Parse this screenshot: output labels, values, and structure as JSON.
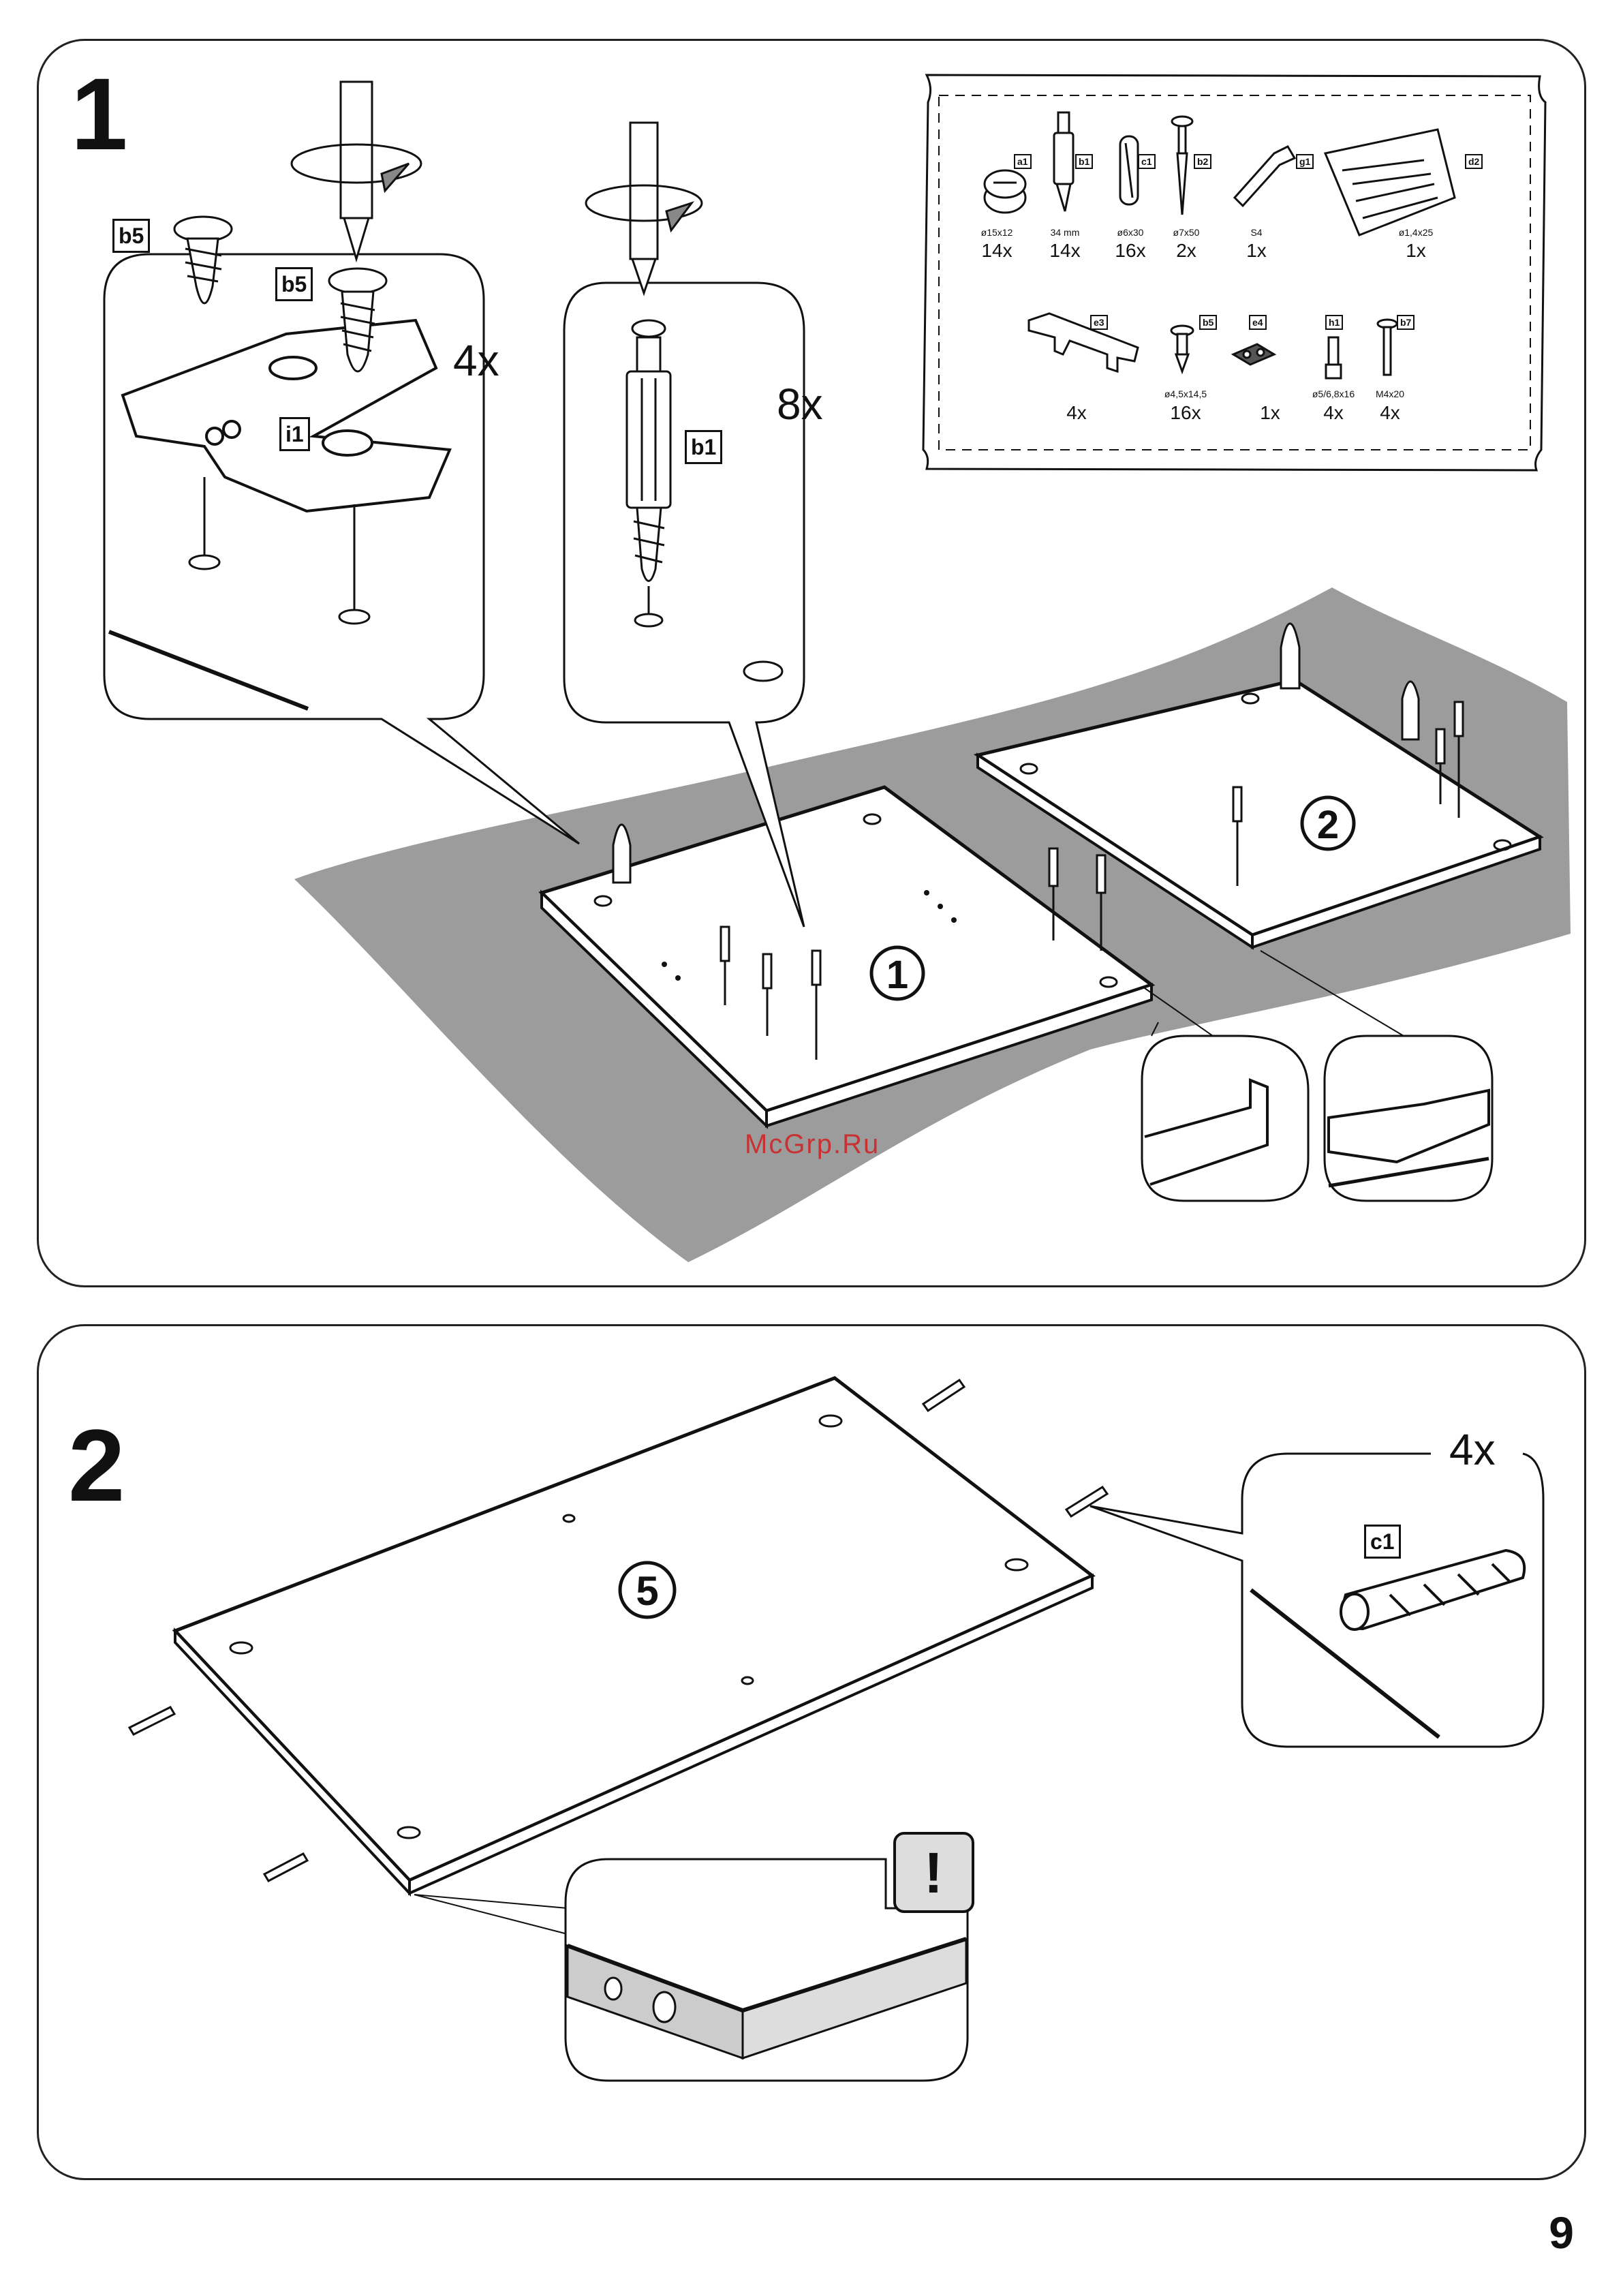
{
  "page": {
    "number": "9",
    "watermark": "McGrp.Ru"
  },
  "step1": {
    "number": "1",
    "detail_left": {
      "labels": [
        "b5",
        "b5",
        "i1"
      ],
      "quantity": "4x"
    },
    "detail_center": {
      "label": "b1",
      "quantity": "8x"
    },
    "panel_labels": [
      "1",
      "2"
    ],
    "parts": [
      {
        "id": "a1",
        "spec": "ø15x12",
        "qty": "14x",
        "icon": "cam-lock-icon"
      },
      {
        "id": "b1",
        "spec": "34 mm",
        "qty": "14x",
        "icon": "connecting-bolt-icon"
      },
      {
        "id": "c1",
        "spec": "ø6x30",
        "qty": "16x",
        "icon": "wood-dowel-icon"
      },
      {
        "id": "b2",
        "spec": "ø7x50",
        "qty": "2x",
        "icon": "long-screw-icon"
      },
      {
        "id": "g1",
        "spec": "S4",
        "qty": "1x",
        "icon": "allen-key-icon"
      },
      {
        "id": "d2",
        "spec": "ø1,4x25",
        "qty": "1x",
        "icon": "nail-bag-icon"
      },
      {
        "id": "e3",
        "spec": "",
        "qty": "4x",
        "icon": "handle-icon"
      },
      {
        "id": "b5",
        "spec": "ø4,5x14,5",
        "qty": "16x",
        "icon": "short-screw-icon"
      },
      {
        "id": "e4",
        "spec": "",
        "qty": "1x",
        "icon": "felt-pad-icon"
      },
      {
        "id": "h1",
        "spec": "ø5/6,8x16",
        "qty": "4x",
        "icon": "shelf-pin-icon"
      },
      {
        "id": "b7",
        "spec": "M4x20",
        "qty": "4x",
        "icon": "machine-screw-icon"
      }
    ]
  },
  "step2": {
    "number": "2",
    "panel_label": "5",
    "detail": {
      "label": "c1",
      "quantity": "4x"
    },
    "warning": "!"
  }
}
